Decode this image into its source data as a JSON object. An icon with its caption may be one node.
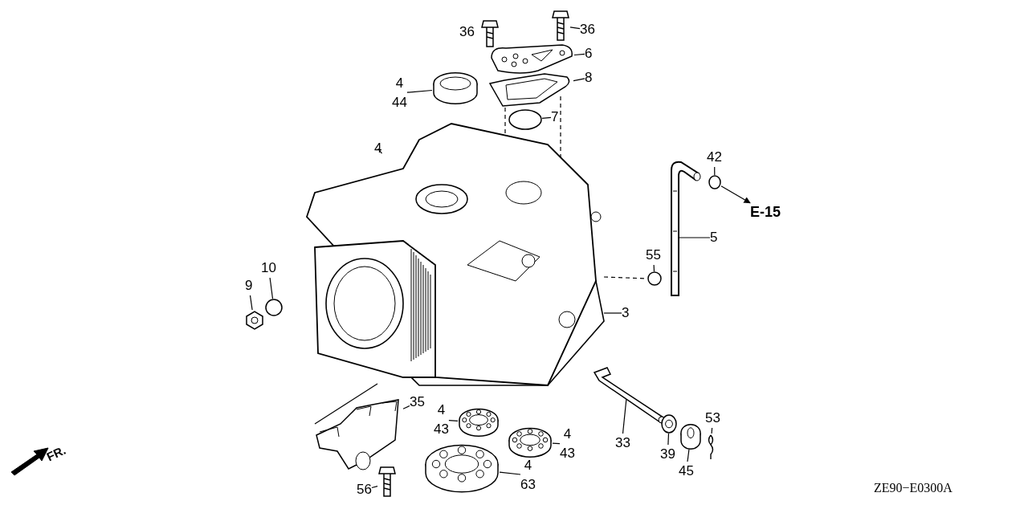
{
  "diagram": {
    "nodes": [
      {
        "text": [
          "36"
        ]
      },
      {
        "text": [],
        "shape": "picture"
      },
      {
        "text": [
          "6"
        ]
      },
      {
        "text": [],
        "shape": "picture"
      },
      {
        "text": [
          "4",
          "44"
        ]
      },
      {
        "text": [],
        "shape": "picture"
      },
      {
        "text": [
          "8"
        ]
      },
      {
        "text": [],
        "shape": "picture"
      },
      {
        "text": [
          "7"
        ]
      },
      {
        "text": [],
        "shape": "circle"
      },
      {
        "text": [
          "4"
        ]
      },
      {
        "text": [],
        "shape": "picture"
      },
      {
        "text": [
          "42"
        ]
      },
      {
        "text": [],
        "shape": "circle"
      },
      {
        "text": [
          "E-15"
        ]
      },
      {
        "text": [
          "5"
        ]
      },
      {
        "text": [],
        "shape": "picture"
      },
      {
        "text": [
          "55"
        ]
      },
      {
        "text": [],
        "shape": "circle"
      },
      {
        "text": [
          "10"
        ]
      },
      {
        "text": [],
        "shape": "circle"
      },
      {
        "text": [
          "9"
        ]
      },
      {
        "text": [],
        "shape": "picture"
      },
      {
        "text": [
          "3"
        ]
      },
      {
        "text": [
          "35"
        ]
      },
      {
        "text": [],
        "shape": "picture"
      },
      {
        "text": [
          "4",
          "43"
        ]
      },
      {
        "text": [],
        "shape": "picture"
      },
      {
        "text": [
          "4",
          "43"
        ]
      },
      {
        "text": [],
        "shape": "picture"
      },
      {
        "text": [
          "33"
        ]
      },
      {
        "text": [],
        "shape": "picture"
      },
      {
        "text": [
          "53"
        ]
      },
      {
        "text": [],
        "shape": "picture"
      },
      {
        "text": [
          "39"
        ]
      },
      {
        "text": [],
        "shape": "picture"
      },
      {
        "text": [
          "45"
        ]
      },
      {
        "text": [],
        "shape": "picture"
      },
      {
        "text": [
          "4",
          "63"
        ]
      },
      {
        "text": [],
        "shape": "picture"
      },
      {
        "text": [
          "56"
        ]
      },
      {
        "text": [],
        "shape": "picture"
      }
    ],
    "edges": [
      {
        "from": 0,
        "to": 1,
        "arrow": "none"
      },
      {
        "from": 2,
        "to": 3,
        "arrow": "none"
      },
      {
        "from": 4,
        "to": 5,
        "arrow": "none"
      },
      {
        "from": 6,
        "to": 7,
        "arrow": "none"
      },
      {
        "from": 8,
        "to": 9,
        "arrow": "none"
      },
      {
        "from": 10,
        "to": 11,
        "arrow": "none"
      },
      {
        "from": 12,
        "to": 13,
        "arrow": "none"
      },
      {
        "from": 13,
        "to": 14,
        "arrow": "to"
      },
      {
        "from": 15,
        "to": 16,
        "arrow": "none"
      },
      {
        "from": 17,
        "to": 18,
        "arrow": "none"
      },
      {
        "from": 19,
        "to": 20,
        "arrow": "none"
      },
      {
        "from": 21,
        "to": 22,
        "arrow": "none"
      },
      {
        "from": 23,
        "to": null,
        "arrow": "none"
      },
      {
        "from": 24,
        "to": 25,
        "arrow": "none"
      },
      {
        "from": 26,
        "to": 27,
        "arrow": "none"
      },
      {
        "from": 28,
        "to": 29,
        "arrow": "none"
      },
      {
        "from": 30,
        "to": 31,
        "arrow": "none"
      },
      {
        "from": 32,
        "to": 33,
        "arrow": "none"
      },
      {
        "from": 34,
        "to": 35,
        "arrow": "none"
      },
      {
        "from": 36,
        "to": 37,
        "arrow": "none"
      },
      {
        "from": 38,
        "to": 39,
        "arrow": "none"
      },
      {
        "from": 40,
        "to": 41,
        "arrow": "none"
      },
      {
        "from": 7,
        "to": 11,
        "arrow": "none",
        "style": "dashed"
      },
      {
        "from": 7,
        "to": 11,
        "arrow": "none",
        "style": "dashed"
      },
      {
        "from": 11,
        "to": 18,
        "arrow": "none",
        "style": "dashed"
      },
      {
        "from": 25,
        "to": 11,
        "arrow": "none"
      }
    ],
    "labels": [
      "36",
      "FR.",
      "ZE90−E0300A"
    ]
  }
}
